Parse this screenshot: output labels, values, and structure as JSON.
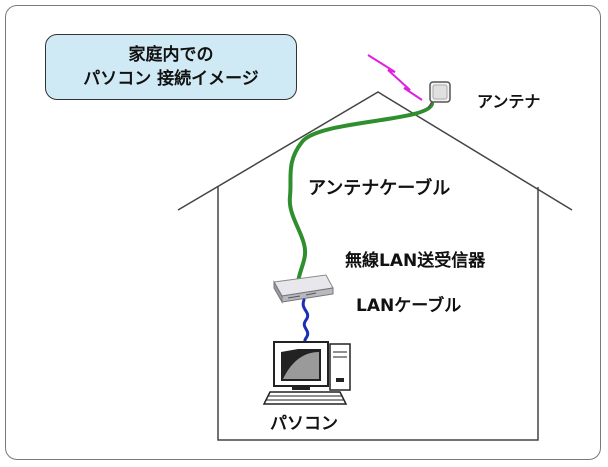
{
  "title": {
    "line1": "家庭内での",
    "line2": "パソコン 接続イメージ"
  },
  "labels": {
    "antenna": "アンテナ",
    "antenna_cable": "アンテナケーブル",
    "wireless_lan": "無線LAN送受信器",
    "lan_cable": "LANケーブル",
    "pc": "パソコン"
  },
  "colors": {
    "title_bg": "#cfe9f5",
    "antenna_cable": "#2f8f2f",
    "lan_cable": "#1a2fb5",
    "signal": "#e020e0"
  }
}
